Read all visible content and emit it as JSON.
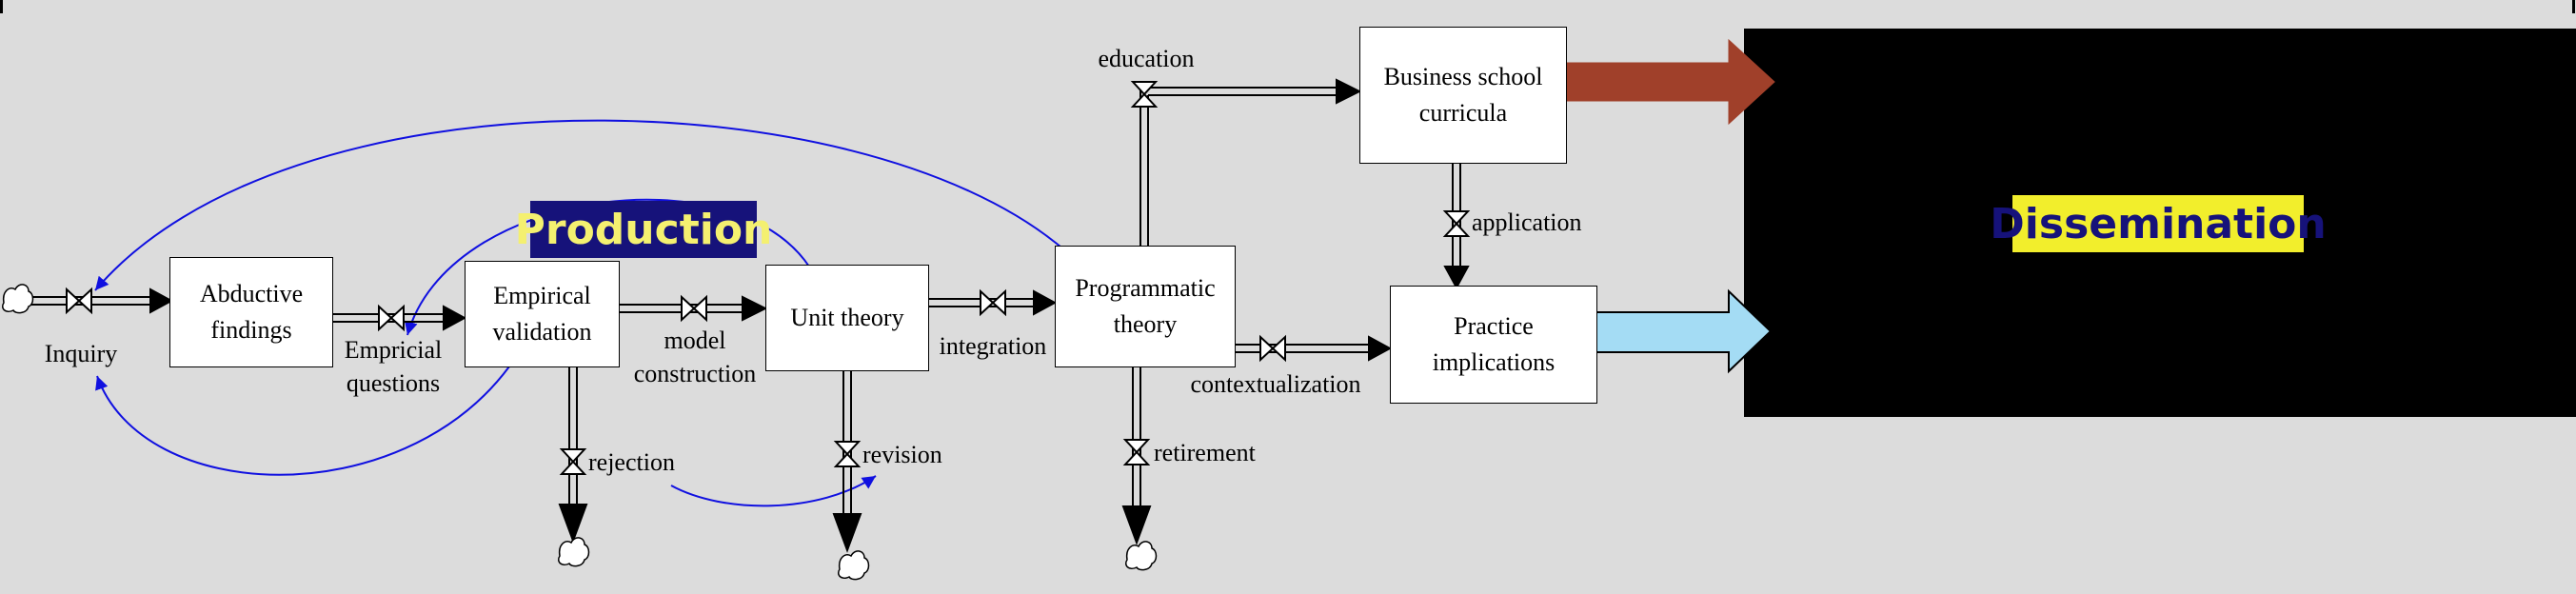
{
  "title_production": "Production",
  "title_dissemination": "Dissemination",
  "stocks": {
    "abductive_findings": "Abductive\nfindings",
    "empirical_validation": "Empirical\nvalidation",
    "unit_theory": "Unit theory",
    "programmatic_theory": "Programmatic\ntheory",
    "business_school_curricula": "Business school\ncurricula",
    "practice_implications": "Practice\nimplications"
  },
  "flows": {
    "inquiry": "Inquiry",
    "empricial_questions": "Empricial\nquestions",
    "model_construction": "model\nconstruction",
    "integration": "integration",
    "education": "education",
    "application": "application",
    "contextualization": "contextualization",
    "rejection": "rejection",
    "revision": "revision",
    "retirement": "retirement"
  },
  "colors": {
    "background": "#dcdcdc",
    "feedback_link": "#1010e0",
    "production_bg": "#16127a",
    "production_text": "#f4f070",
    "dissemination_panel": "#000000",
    "dissemination_bg": "#f2ee2c",
    "dissemination_text": "#16127a",
    "curricula_arrow": "#a0402a",
    "practice_arrow": "#a4dcf4"
  }
}
